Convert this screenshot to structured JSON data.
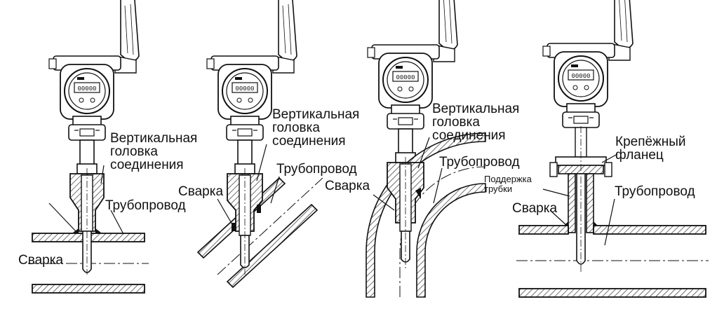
{
  "diagrams": [
    {
      "id": "straight",
      "labels": {
        "head": [
          "Вертикальная",
          "головка",
          "соединения"
        ],
        "pipe": "Трубопровод",
        "weld": "Сварка"
      }
    },
    {
      "id": "angled",
      "labels": {
        "head": [
          "Вертикальная",
          "головка",
          "соединения"
        ],
        "pipe": "Трубопровод",
        "weld": "Сварка"
      }
    },
    {
      "id": "elbow",
      "labels": {
        "head": [
          "Вертикальная",
          "головка",
          "соединения"
        ],
        "pipe": "Трубопровод",
        "weld": "Сварка"
      }
    },
    {
      "id": "flange",
      "labels": {
        "flange": [
          "Крепёжный",
          "фланец"
        ],
        "support": [
          "Поддержка",
          "трубки"
        ],
        "pipe": "Трубопровод",
        "weld": "Сварка"
      }
    }
  ],
  "display_text": "00000",
  "colors": {
    "line": "#111111",
    "hatch": "#333333",
    "bg": "#ffffff"
  }
}
